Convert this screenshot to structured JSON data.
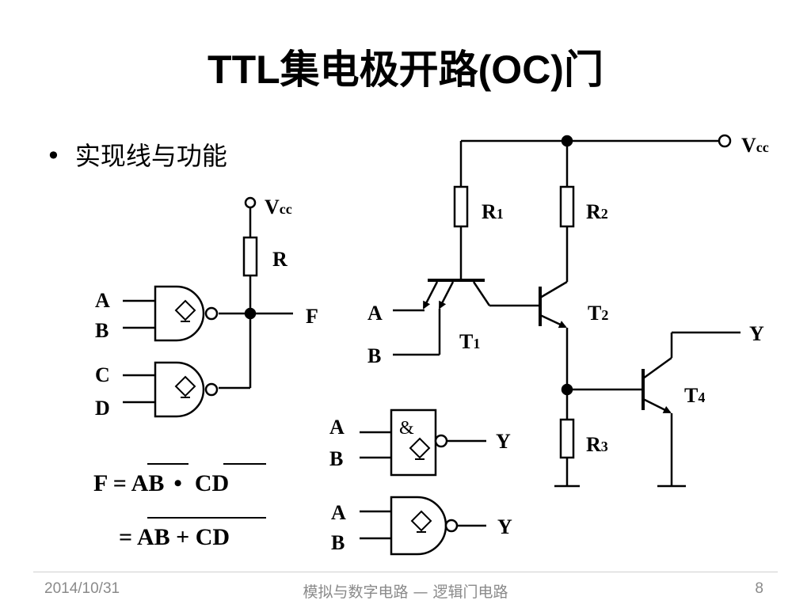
{
  "slide": {
    "title": "TTL集电极开路(OC)门",
    "bullet": "实现线与功能"
  },
  "labels": {
    "vcc_left_main": "V",
    "vcc_left_sub": "cc",
    "r_left": "R",
    "in_a": "A",
    "in_b": "B",
    "in_c": "C",
    "in_d": "D",
    "out_f": "F",
    "vcc_right_main": "V",
    "vcc_right_sub": "cc",
    "r1_main": "R",
    "r1_sub": "1",
    "r2_main": "R",
    "r2_sub": "2",
    "r3_main": "R",
    "r3_sub": "3",
    "t1_main": "T",
    "t1_sub": "1",
    "t2_main": "T",
    "t2_sub": "2",
    "t4_main": "T",
    "t4_sub": "4",
    "circ_in_a": "A",
    "circ_in_b": "B",
    "circ_out_y": "Y",
    "sym1_in_a": "A",
    "sym1_in_b": "B",
    "sym1_out": "Y",
    "sym1_amp": "&",
    "sym2_in_a": "A",
    "sym2_in_b": "B",
    "sym2_out": "Y"
  },
  "formula": {
    "line1_prefix": "F = ",
    "line1_term1": "AB",
    "line1_op": "•",
    "line1_term2": "CD",
    "line2_prefix": "= ",
    "line2_expr": "AB + CD"
  },
  "footer": {
    "date": "2014/10/31",
    "center": "模拟与数字电路 — 逻辑门电路",
    "page": "8"
  }
}
